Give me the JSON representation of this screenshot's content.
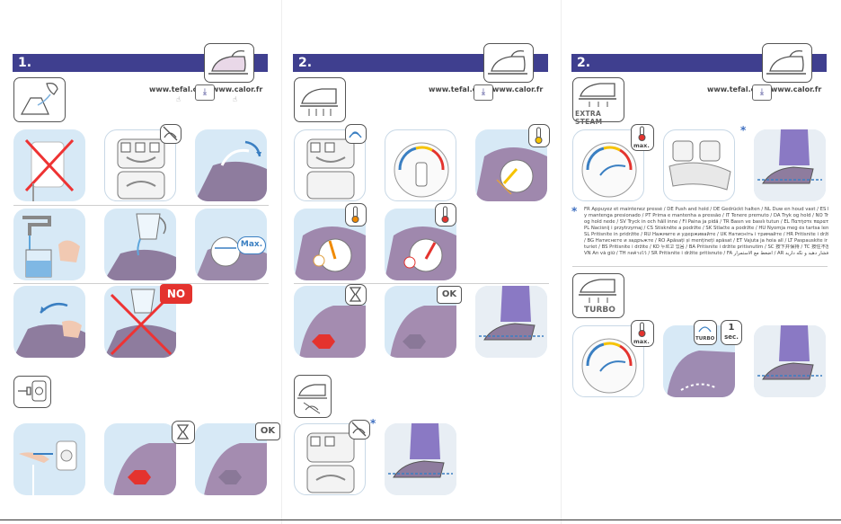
{
  "steps": {
    "s1": "1.",
    "s2a": "2.",
    "s2b": "2."
  },
  "urls": {
    "tefal": "www.tefal.com",
    "calor": "www.calor.fr"
  },
  "labels": {
    "max": "Max.",
    "no": "NO",
    "ok": "OK",
    "extra_steam": "EXTRA STEAM",
    "turbo": "TURBO",
    "sec_num": "1",
    "sec_unit": "sec.",
    "max_small": "max."
  },
  "note_star": "*",
  "note_lines": [
    "FR Appuyez et maintenez pressé / DE Push and hold / DE Gedrückt halten / NL Duw en houd vast / ES Pulse",
    "y mantenga presionado / PT Prima e mantenha a pressão / IT Tenere premuto / DA Tryk og hold / NO Trykk",
    "og hold nede / SV Tryck in och håll inne / FI Paina ja pidä / TR Basın ve basılı tutun / EL Πατήστε παρατεταμένα /",
    "PL Naciśnij i przytrzymaj / CS Stiskněte a podržte / SK Stlačte a podržte / HU Nyomja meg és tartsa lenyomva /",
    "SL Pritisnite in pridržite / RU Нажмите и удерживайте / UK Натисніть і тримайте / HR Pritisnite i držite pritisnutim",
    "/ BG Натиснете и задръжте / RO Apăsați și mențineți apăsat / ET Vajuta ja hoia all / LT Paspauskite ir laikykite nuspaudę / LV Nospiediet un",
    "turiet / BS Pritisnite i držite / KO 누르고 있음 / BA Pritisnite i držite pritisnutim / SC 按下并保持 / TC 按住不放 / ZH 按住 / SV",
    "VN Ấn và giữ / TH กดค้างไว้ / SR Pritisnite i držite pritisnuto / FA اضغط مع الاستمرار / AR فشار دهید و نگه دارید"
  ]
}
